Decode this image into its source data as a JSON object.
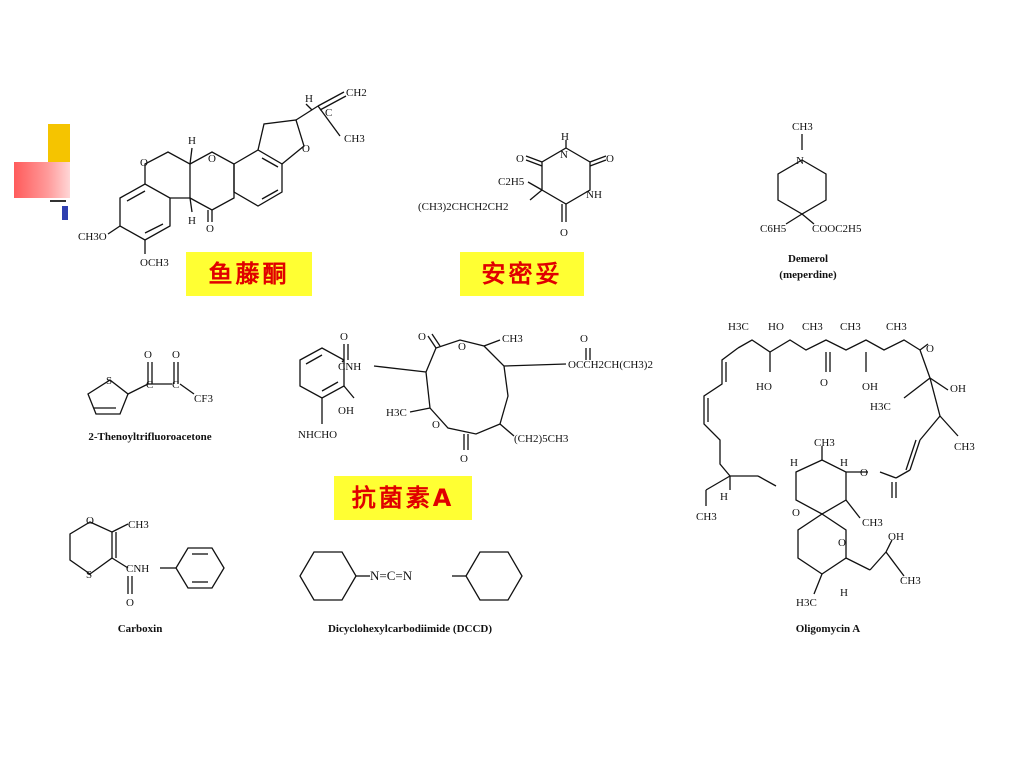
{
  "labels": {
    "rotenone_cn": "鱼藤酮",
    "amytal_cn": "安密妥",
    "antimycin_cn": "抗菌素A"
  },
  "captions": {
    "demerol": "Demerol",
    "demerol_sub": "(meperdine)",
    "ttfa": "2-Thenoyltrifluoroacetone",
    "carboxin": "Carboxin",
    "dccd": "Dicyclohexylcarbodiimide (DCCD)",
    "oligomycin": "Oligomycin A"
  },
  "atoms": {
    "rotenone": [
      "H",
      "CH2",
      "C",
      "CH3",
      "O",
      "O",
      "H",
      "O",
      "H",
      "O",
      "CH3O",
      "OCH3"
    ],
    "amytal": [
      "H",
      "O",
      "N",
      "O",
      "C2H5",
      "NH",
      "(CH3)2CHCH2CH2",
      "O"
    ],
    "demerol": [
      "CH3",
      "N",
      "C6H5",
      "COOC2H5"
    ],
    "ttfa": [
      "O",
      "O",
      "S",
      "C",
      "C",
      "CF3"
    ],
    "antimycin": [
      "O",
      "CNH",
      "O",
      "O",
      "CH3",
      "O",
      "OCCH2CH(CH3)2",
      "OH",
      "H3C",
      "O",
      "(CH2)5CH3",
      "NHCHO",
      "O"
    ],
    "carboxin": [
      "O",
      "CH3",
      "S",
      "CNH",
      "O"
    ],
    "dccd": [
      "N=C=N"
    ],
    "oligomycin": [
      "H3C",
      "HO",
      "CH3",
      "CH3",
      "CH3",
      "O",
      "HO",
      "O",
      "OH",
      "H3C",
      "OH",
      "CH3",
      "H",
      "CH3",
      "H",
      "O",
      "H",
      "O",
      "CH3",
      "O",
      "OH",
      "CH3",
      "H3C",
      "H",
      "CH3"
    ]
  },
  "colors": {
    "label_bg": "#ffff33",
    "label_text": "#e00000",
    "accent_yellow": "#f5c400",
    "accent_red": "#ff5b5b",
    "accent_blue": "#2f3fb0"
  }
}
